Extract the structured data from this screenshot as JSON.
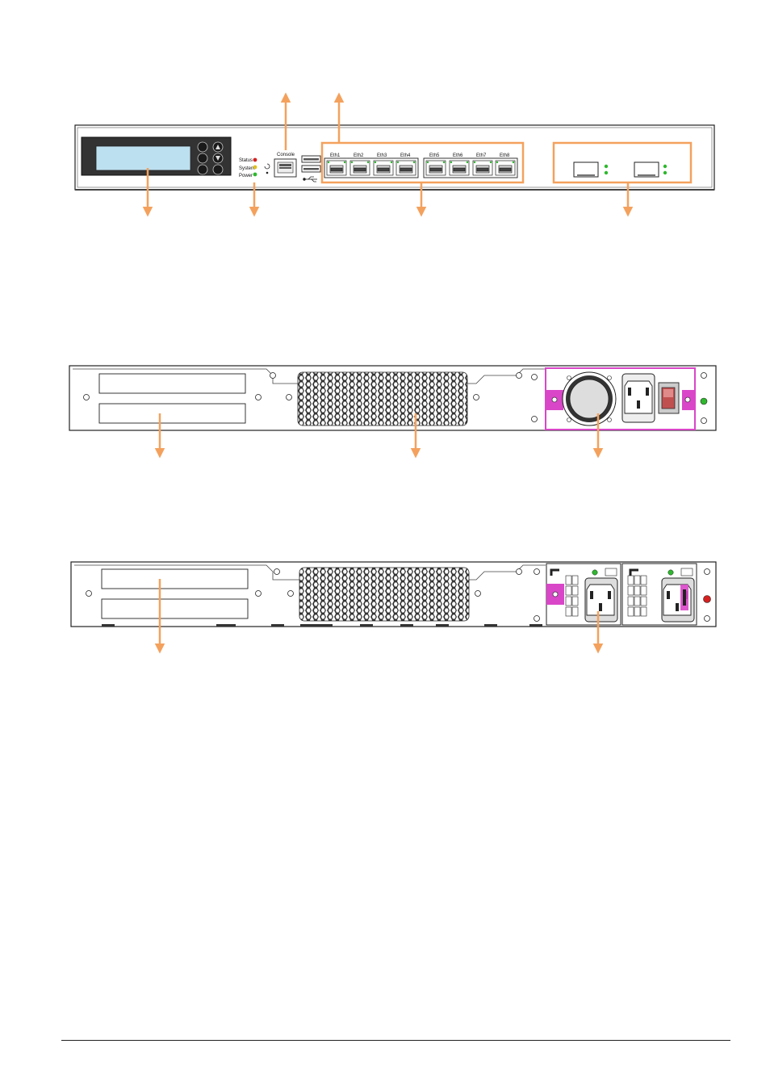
{
  "front_panel": {
    "led_labels": [
      "Status",
      "System",
      "Power"
    ],
    "console_label": "Console",
    "eth_labels": [
      "Eth1",
      "Eth2",
      "Eth3",
      "Eth4",
      "Eth5",
      "Eth6",
      "Eth7",
      "Eth8"
    ]
  },
  "colors": {
    "callout": "#f4a15d",
    "lcd": "#bde0f0",
    "psu_accent": "#d946c8",
    "led_green": "#2eb82e",
    "led_red": "#d42020",
    "led_yellow": "#e0c020",
    "panel_line": "#222222"
  },
  "icons": {
    "usb": "usb-icon",
    "reset": "reset-icon"
  }
}
